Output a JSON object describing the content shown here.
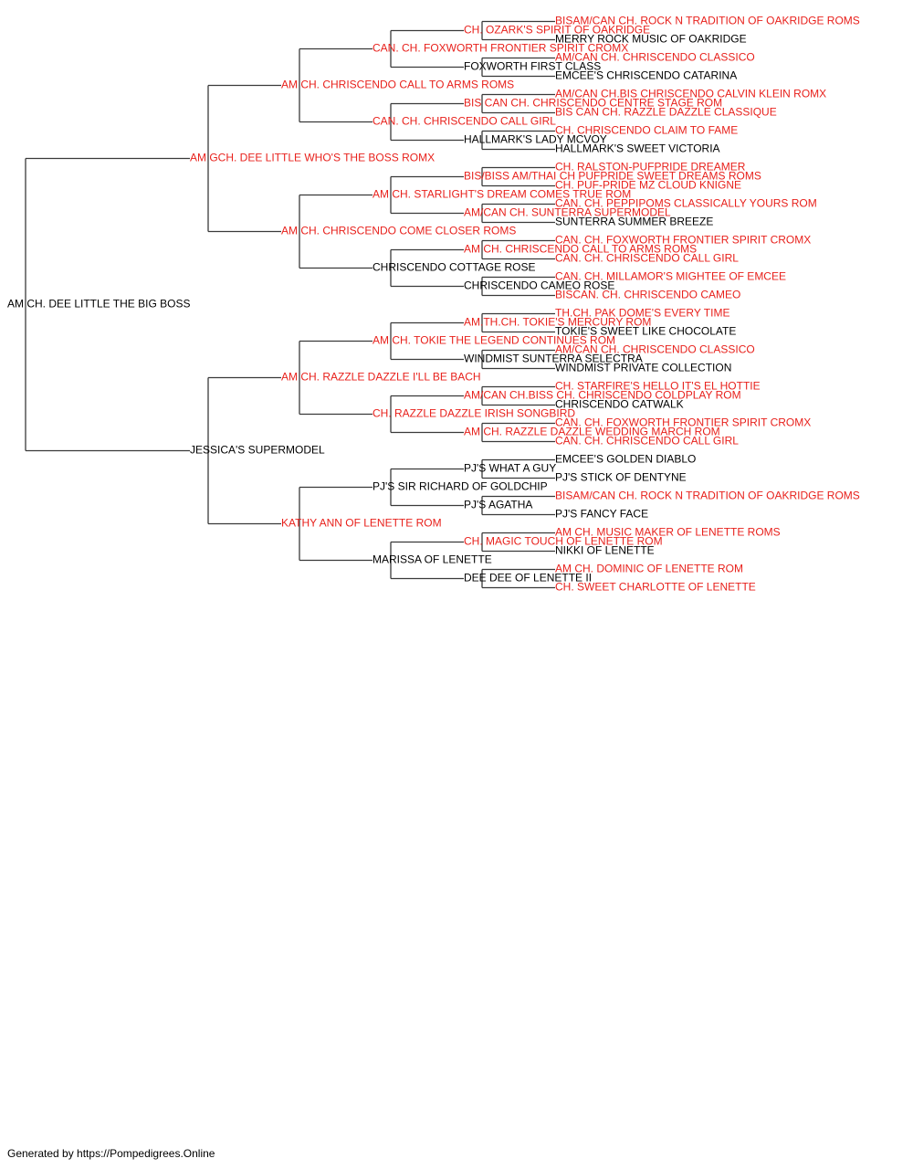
{
  "colors": {
    "titled": "#e8211c",
    "plain": "#000000",
    "line": "#3a3a3a"
  },
  "footer": "Generated by https://Pompedigrees.Online",
  "pedigree": [
    {
      "name": "AM CH. DEE LITTLE THE BIG BOSS",
      "titled": false
    },
    {
      "name": "AM GCH. DEE LITTLE WHO'S THE BOSS ROMX",
      "titled": true
    },
    {
      "name": "JESSICA'S SUPERMODEL",
      "titled": false
    },
    {
      "name": "AM CH. CHRISCENDO CALL TO ARMS ROMS",
      "titled": true
    },
    {
      "name": "AM CH. CHRISCENDO COME CLOSER ROMS",
      "titled": true
    },
    {
      "name": "AM CH. RAZZLE DAZZLE I'LL BE BACH",
      "titled": true
    },
    {
      "name": "KATHY ANN OF LENETTE ROM",
      "titled": true
    },
    {
      "name": "CAN. CH. FOXWORTH FRONTIER SPIRIT CROMX",
      "titled": true
    },
    {
      "name": "CAN. CH. CHRISCENDO CALL GIRL",
      "titled": true
    },
    {
      "name": "AM CH. STARLIGHT'S DREAM COMES TRUE ROM",
      "titled": true
    },
    {
      "name": "CHRISCENDO COTTAGE ROSE",
      "titled": false
    },
    {
      "name": "AM CH. TOKIE THE LEGEND CONTINUES ROM",
      "titled": true
    },
    {
      "name": "CH. RAZZLE DAZZLE IRISH SONGBIRD",
      "titled": true
    },
    {
      "name": "PJ'S SIR RICHARD OF GOLDCHIP",
      "titled": false
    },
    {
      "name": "MARISSA OF LENETTE",
      "titled": false
    },
    {
      "name": "CH. OZARK'S SPIRIT OF OAKRIDGE",
      "titled": true
    },
    {
      "name": "FOXWORTH FIRST CLASS",
      "titled": false
    },
    {
      "name": "BIS CAN CH. CHRISCENDO CENTRE STAGE ROM",
      "titled": true
    },
    {
      "name": "HALLMARK'S LADY MCVOY",
      "titled": false
    },
    {
      "name": "BIS/BISS AM/THAI CH PUFPRIDE SWEET DREAMS ROMS",
      "titled": true
    },
    {
      "name": "AM/CAN CH. SUNTERRA SUPERMODEL",
      "titled": true
    },
    {
      "name": "AM CH. CHRISCENDO CALL TO ARMS ROMS",
      "titled": true
    },
    {
      "name": "CHRISCENDO CAMEO ROSE",
      "titled": false
    },
    {
      "name": "AM.TH.CH. TOKIE'S MERCURY ROM",
      "titled": true
    },
    {
      "name": "WINDMIST SUNTERRA SELECTRA",
      "titled": false
    },
    {
      "name": "AM/CAN CH.BISS CH. CHRISCENDO COLDPLAY ROM",
      "titled": true
    },
    {
      "name": "AM CH. RAZZLE DAZZLE WEDDING MARCH ROM",
      "titled": true
    },
    {
      "name": "PJ'S WHAT A GUY",
      "titled": false
    },
    {
      "name": "PJ'S AGATHA",
      "titled": false
    },
    {
      "name": "CH. MAGIC TOUCH OF LENETTE ROM",
      "titled": true
    },
    {
      "name": "DEE DEE OF LENETTE II",
      "titled": false
    },
    {
      "name": "BISAM/CAN CH. ROCK N TRADITION OF OAKRIDGE ROMS",
      "titled": true
    },
    {
      "name": "MERRY ROCK MUSIC OF OAKRIDGE",
      "titled": false
    },
    {
      "name": "AM/CAN CH. CHRISCENDO CLASSICO",
      "titled": true
    },
    {
      "name": "EMCEE'S CHRISCENDO CATARINA",
      "titled": false
    },
    {
      "name": "AM/CAN CH.BIS CHRISCENDO CALVIN KLEIN ROMX",
      "titled": true
    },
    {
      "name": "BIS CAN CH. RAZZLE DAZZLE CLASSIQUE",
      "titled": true
    },
    {
      "name": "CH. CHRISCENDO CLAIM TO FAME",
      "titled": true
    },
    {
      "name": "HALLMARK'S SWEET VICTORIA",
      "titled": false
    },
    {
      "name": "CH. RALSTON-PUFPRIDE DREAMER",
      "titled": true
    },
    {
      "name": "CH. PUF-PRIDE MZ CLOUD KNIGNE",
      "titled": true
    },
    {
      "name": "CAN. CH. PEPPIPOMS CLASSICALLY YOURS ROM",
      "titled": true
    },
    {
      "name": "SUNTERRA SUMMER BREEZE",
      "titled": false
    },
    {
      "name": "CAN. CH. FOXWORTH FRONTIER SPIRIT CROMX",
      "titled": true
    },
    {
      "name": "CAN. CH. CHRISCENDO CALL GIRL",
      "titled": true
    },
    {
      "name": "CAN. CH. MILLAMOR'S MIGHTEE OF EMCEE",
      "titled": true
    },
    {
      "name": "BISCAN. CH. CHRISCENDO CAMEO",
      "titled": true
    },
    {
      "name": "TH.CH. PAK DOME'S EVERY TIME",
      "titled": true
    },
    {
      "name": "TOKIE'S SWEET LIKE CHOCOLATE",
      "titled": false
    },
    {
      "name": "AM/CAN CH. CHRISCENDO CLASSICO",
      "titled": true
    },
    {
      "name": "WINDMIST PRIVATE COLLECTION",
      "titled": false
    },
    {
      "name": "CH. STARFIRE'S HELLO IT'S EL HOTTIE",
      "titled": true
    },
    {
      "name": "CHRISCENDO CATWALK",
      "titled": false
    },
    {
      "name": "CAN. CH. FOXWORTH FRONTIER SPIRIT CROMX",
      "titled": true
    },
    {
      "name": "CAN. CH. CHRISCENDO CALL GIRL",
      "titled": true
    },
    {
      "name": "EMCEE'S GOLDEN DIABLO",
      "titled": false
    },
    {
      "name": "PJ'S STICK OF DENTYNE",
      "titled": false
    },
    {
      "name": "BISAM/CAN CH. ROCK N TRADITION OF OAKRIDGE ROMS",
      "titled": true
    },
    {
      "name": "PJ'S FANCY FACE",
      "titled": false
    },
    {
      "name": "AM CH. MUSIC MAKER OF LENETTE ROMS",
      "titled": true
    },
    {
      "name": "NIKKI OF LENETTE",
      "titled": false
    },
    {
      "name": "AM CH. DOMINIC OF LENETTE ROM",
      "titled": true
    },
    {
      "name": "CH. SWEET CHARLOTTE OF LENETTE",
      "titled": true
    }
  ]
}
